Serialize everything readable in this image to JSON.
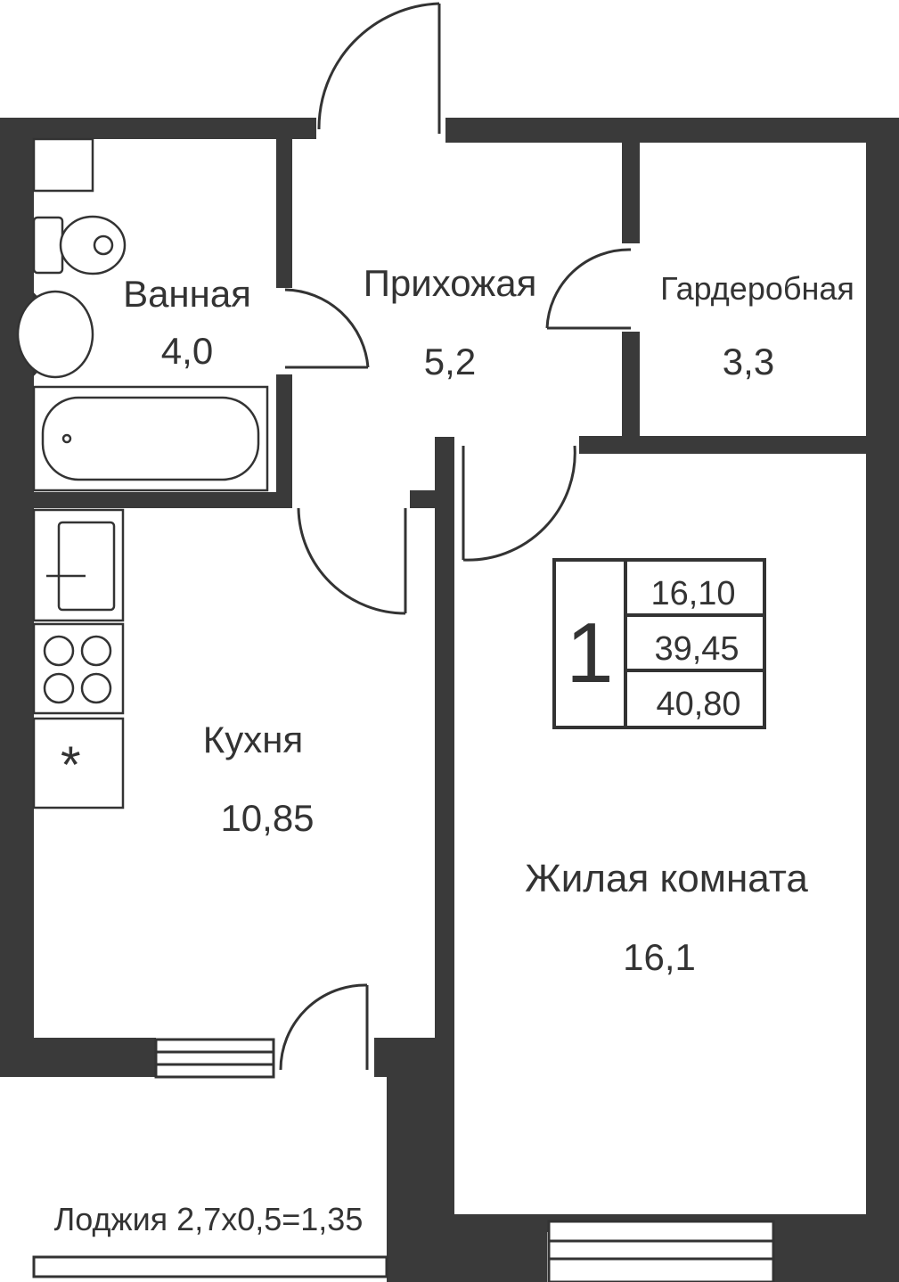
{
  "rooms": {
    "bath": {
      "name": "Ванная",
      "area": "4,0"
    },
    "hall": {
      "name": "Прихожая",
      "area": "5,2"
    },
    "wardrobe": {
      "name": "Гардеробная",
      "area": "3,3"
    },
    "kitchen": {
      "name": "Кухня",
      "area": "10,85"
    },
    "living": {
      "name": "Жилая комната",
      "area": "16,1"
    },
    "loggia": {
      "label": "Лоджия 2,7х0,5=1,35"
    }
  },
  "summary": {
    "rooms_count": "1",
    "living_area": "16,10",
    "total_area": "39,45",
    "total_with_loggia": "40,80"
  },
  "colors": {
    "wall": "#3a3a3a",
    "line": "#333333",
    "background": "#ffffff"
  }
}
